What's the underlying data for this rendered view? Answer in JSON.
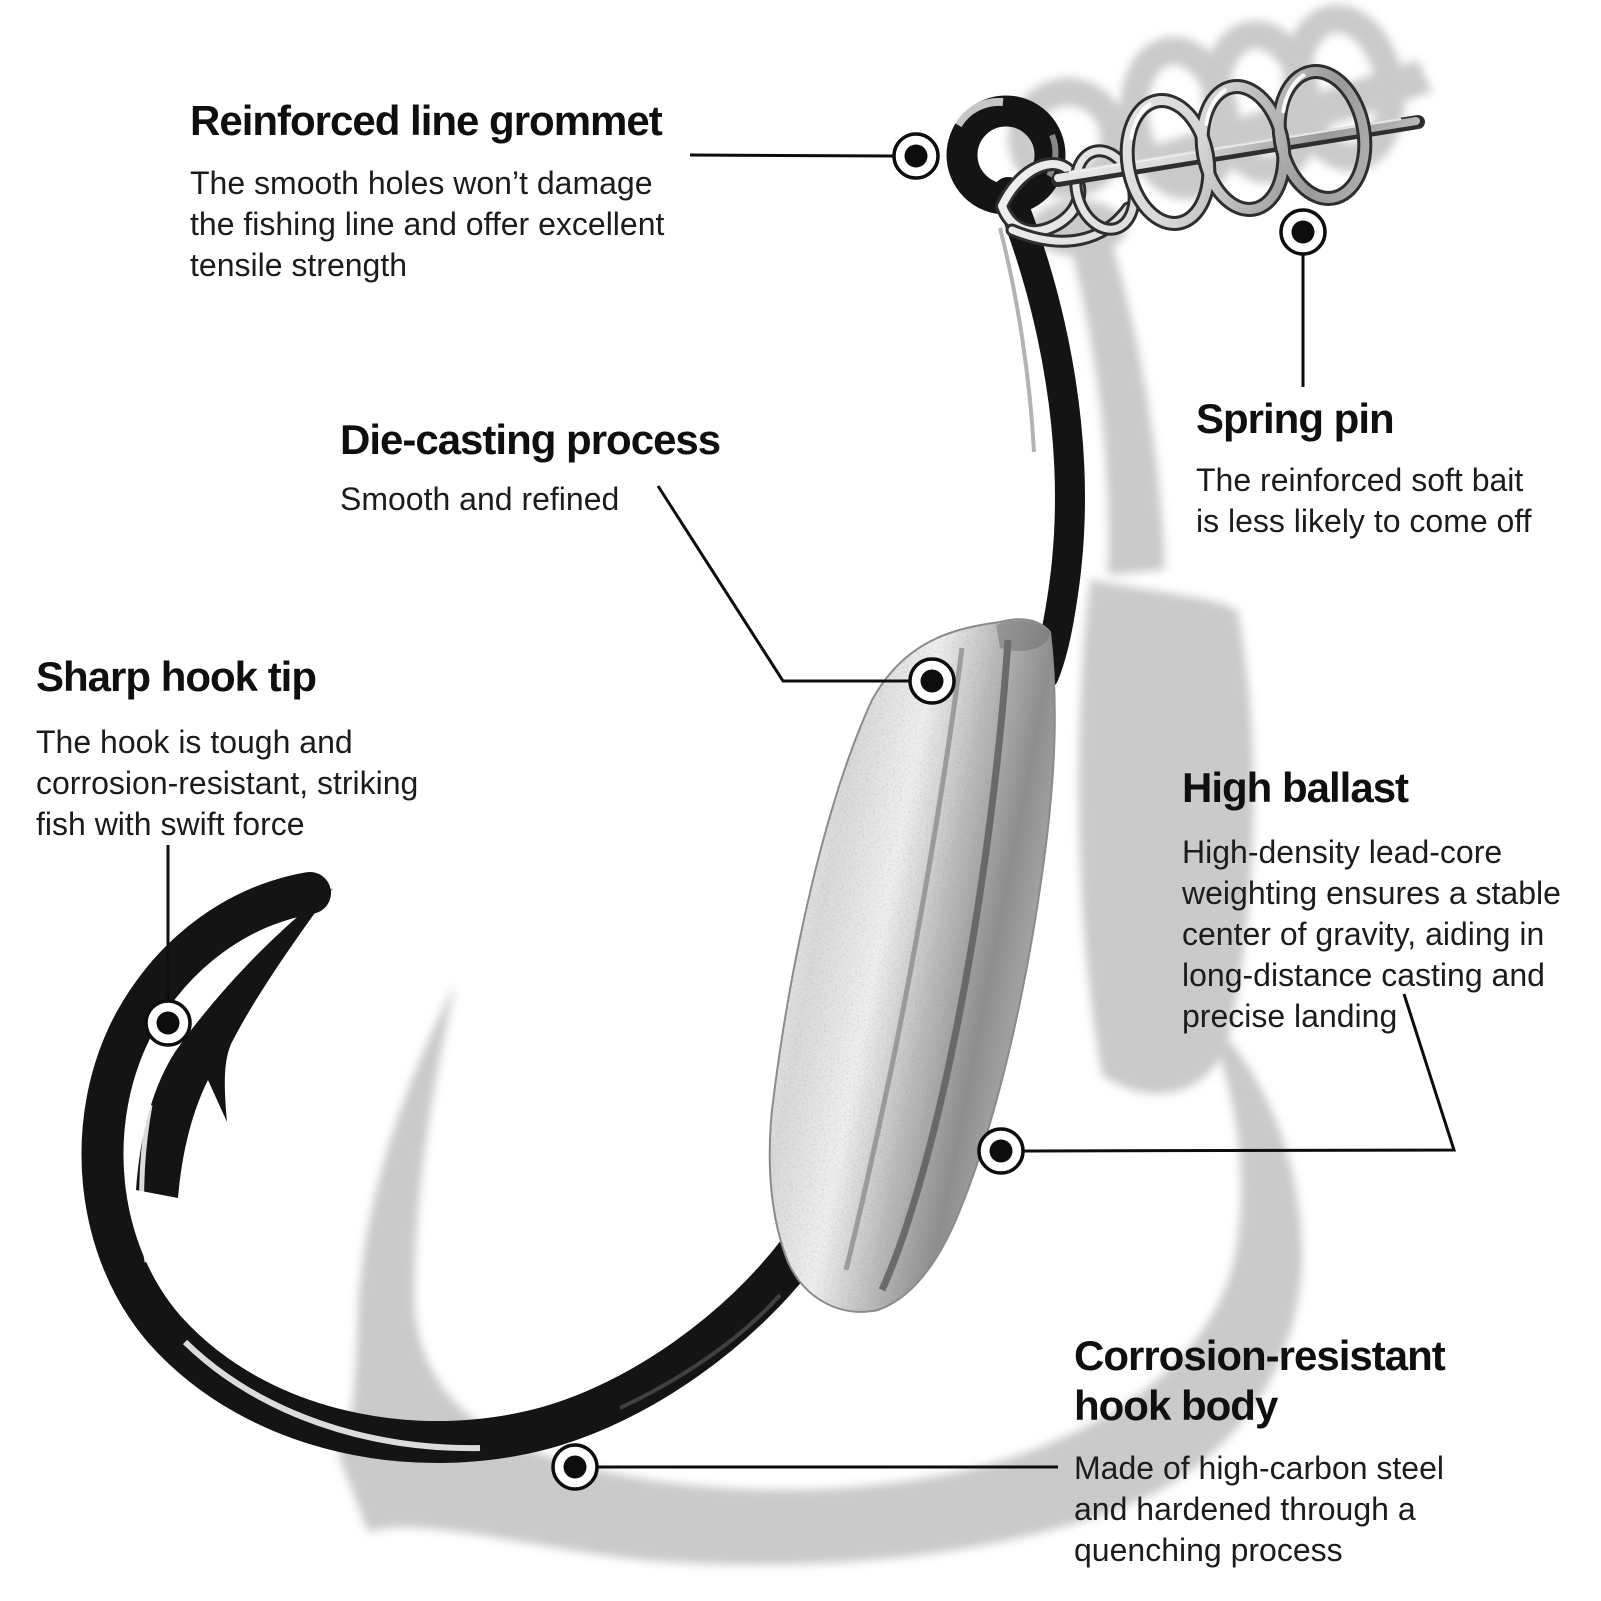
{
  "figure": {
    "subject": "weighted swimbait fishing hook with corkscrew spring pin keeper",
    "style": "black-and-white product photo with light gray drop shadow",
    "colors": {
      "background": "#ffffff",
      "text": "#111111",
      "callout_line": "#0d0d0d",
      "hook_metal": "#141414",
      "lead_weight_light": "#f2f2f2",
      "lead_weight_dark": "#808080",
      "shadow": "#cacaca"
    },
    "marker_icon": "ringed-dot-callout-marker"
  },
  "annotations": {
    "reinforced_line_grommet": {
      "title": "Reinforced line grommet",
      "description": [
        "The smooth holes won’t damage",
        "the fishing line and offer excellent",
        "tensile strength"
      ]
    },
    "die_casting": {
      "title": "Die-casting process",
      "description": [
        "Smooth and refined"
      ]
    },
    "sharp_hook_tip": {
      "title": "Sharp hook tip",
      "description": [
        "The hook is tough and",
        "corrosion-resistant, striking",
        "fish with swift force"
      ]
    },
    "spring_pin": {
      "title": "Spring pin",
      "description": [
        "The reinforced soft bait",
        "is less likely to come off"
      ]
    },
    "high_ballast": {
      "title": "High ballast",
      "description": [
        "High-density lead-core",
        "weighting ensures a stable",
        "center of gravity, aiding in",
        "long-distance casting and",
        "precise landing"
      ]
    },
    "hook_body": {
      "title": [
        "Corrosion-resistant",
        "hook body"
      ],
      "description": [
        "Made of high-carbon steel",
        "and hardened through a",
        "quenching process"
      ]
    }
  }
}
